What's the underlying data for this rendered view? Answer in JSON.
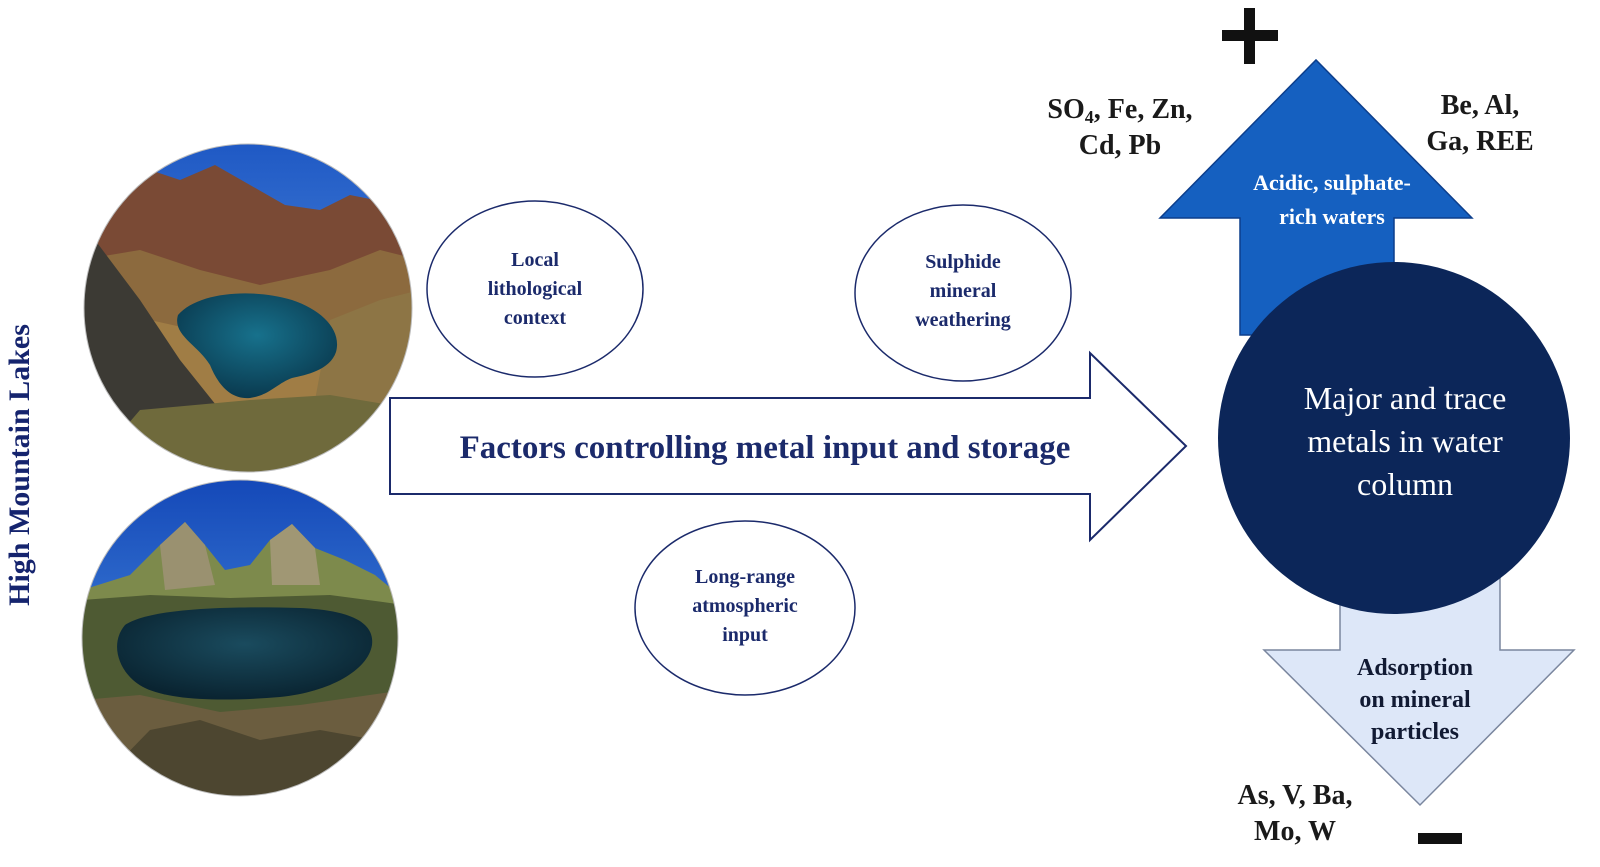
{
  "title": "High Mountain Lakes",
  "photos": [
    {
      "subject": "mountain lake surrounded by reddish rocky peaks"
    },
    {
      "subject": "dark mountain lake below green peaks"
    }
  ],
  "factors": [
    {
      "lines": [
        "Local",
        "lithological",
        "context"
      ]
    },
    {
      "lines": [
        "Sulphide",
        "mineral",
        "weathering"
      ]
    },
    {
      "lines": [
        "Long-range",
        "atmospheric",
        "input"
      ]
    }
  ],
  "main_arrow_label": "Factors controlling metal input and storage",
  "central_circle": {
    "lines": [
      "Major and trace",
      "metals in water",
      "column"
    ]
  },
  "up_arrow": {
    "lines": [
      "Acidic, sulphate-",
      "rich waters"
    ]
  },
  "down_arrow": {
    "lines": [
      "Adsorption",
      "on mineral",
      "particles"
    ]
  },
  "plus_sign": "+",
  "minus_sign": "−",
  "elements": {
    "acidic_left": {
      "line1_so": "SO",
      "line1_sub": "4",
      "line1_rest": ", Fe, Zn,",
      "line2": "Cd, Pb"
    },
    "acidic_right": {
      "line1": "Be, Al,",
      "line2": "Ga, REE"
    },
    "adsorbed": {
      "line1": "As, V, Ba,",
      "line2": "Mo, W"
    }
  },
  "colors": {
    "title": "#15246e",
    "oval_text": "#1b2a6b",
    "up_arrow": "#1560c0",
    "central_circle": "#0c2659",
    "down_arrow": "#dde7f8",
    "outline": "#1b2a6b"
  }
}
